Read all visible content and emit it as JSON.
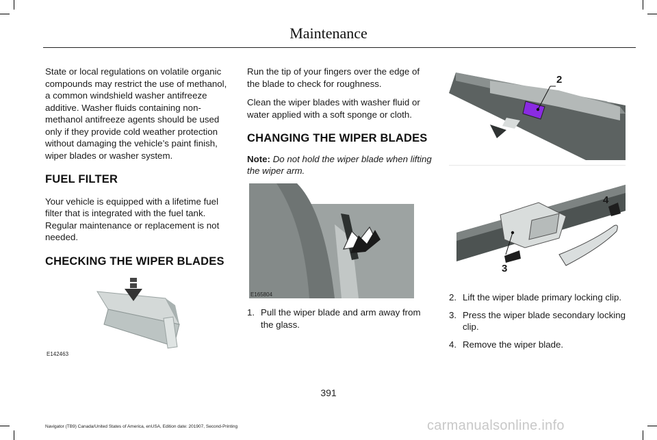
{
  "header": {
    "title": "Maintenance"
  },
  "col1": {
    "intro": "State or local regulations on volatile organic compounds may restrict the use of methanol, a common windshield washer antifreeze additive. Washer fluids containing non-methanol antifreeze agents should be used only if they provide cold weather protection without damaging the vehicle’s paint finish, wiper blades or washer system.",
    "fuel_filter_heading": "FUEL FILTER",
    "fuel_filter_text": "Your vehicle is equipped with a lifetime fuel filter that is integrated with the fuel tank. Regular maintenance or replacement is not needed.",
    "checking_heading": "CHECKING THE WIPER BLADES",
    "figure_code": "E142463"
  },
  "col2": {
    "para1": "Run the tip of your fingers over the edge of the blade to check for roughness.",
    "para2": "Clean the wiper blades with washer fluid or water applied with a soft sponge or cloth.",
    "changing_heading": "CHANGING THE WIPER BLADES",
    "note_label": "Note:",
    "note_text": "Do not hold the wiper blade when lifting the wiper arm.",
    "figure_code": "E165804",
    "steps": [
      {
        "num": "1.",
        "text": "Pull the wiper blade and arm away from the glass."
      }
    ]
  },
  "col3": {
    "callouts": {
      "top": "2",
      "right": "4",
      "bottom": "3"
    },
    "steps": [
      {
        "num": "2.",
        "text": "Lift the wiper blade primary locking clip."
      },
      {
        "num": "3.",
        "text": "Press the wiper blade secondary locking clip."
      },
      {
        "num": "4.",
        "text": "Remove the wiper blade."
      }
    ]
  },
  "page_number": "391",
  "footer": "Navigator (TB9) Canada/United States of America, enUSA, Edition date: 201907, Second-Printing",
  "watermark": "carmanualsonline.info"
}
